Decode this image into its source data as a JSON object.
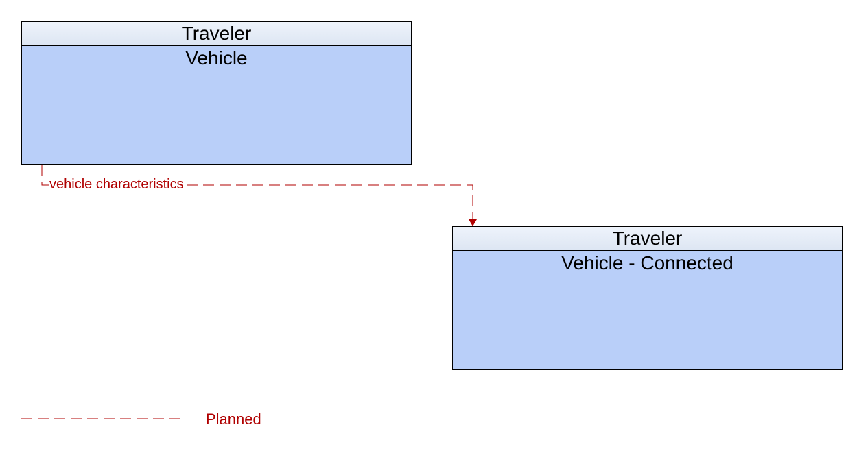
{
  "nodes": [
    {
      "header": "Traveler",
      "title": "Vehicle"
    },
    {
      "header": "Traveler",
      "title": "Vehicle - Connected"
    }
  ],
  "flows": [
    {
      "label": "vehicle characteristics",
      "status": "Planned"
    }
  ],
  "legend": {
    "planned_label": "Planned"
  },
  "colors": {
    "node_fill": "#b9cff9",
    "header_fill": "#e5ecf7",
    "planned_line": "#b00000"
  }
}
